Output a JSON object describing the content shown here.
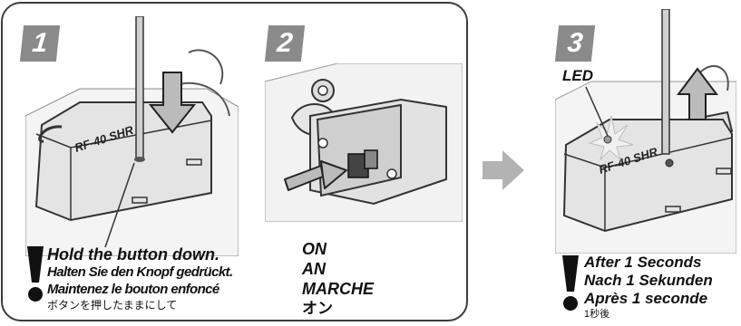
{
  "steps": [
    {
      "number": "1"
    },
    {
      "number": "2"
    },
    {
      "number": "3"
    }
  ],
  "step1": {
    "en": "Hold the button down.",
    "de": "Halten Sie den Knopf gedrückt.",
    "fr": "Maintenez le bouton enfoncé",
    "jp": "ボタンを押したままにして"
  },
  "step2": {
    "en": "ON",
    "de": "AN",
    "fr": "MARCHE",
    "jp": "オン"
  },
  "step3": {
    "led": "LED",
    "en": "After 1 Seconds",
    "de": "Nach 1 Sekunden",
    "fr": "Après 1 seconde",
    "jp": "1秒後"
  },
  "device_label": "RF-40 SHR",
  "colors": {
    "badge": "#8a8a8a",
    "arrow": "#b3b3b3",
    "outline": "#3c3c3c"
  },
  "icons": [
    "caution-icon",
    "push-down-arrow-icon",
    "slide-arrow-icon",
    "lift-up-arrow-icon",
    "next-step-arrow-icon",
    "led-flash-icon"
  ]
}
